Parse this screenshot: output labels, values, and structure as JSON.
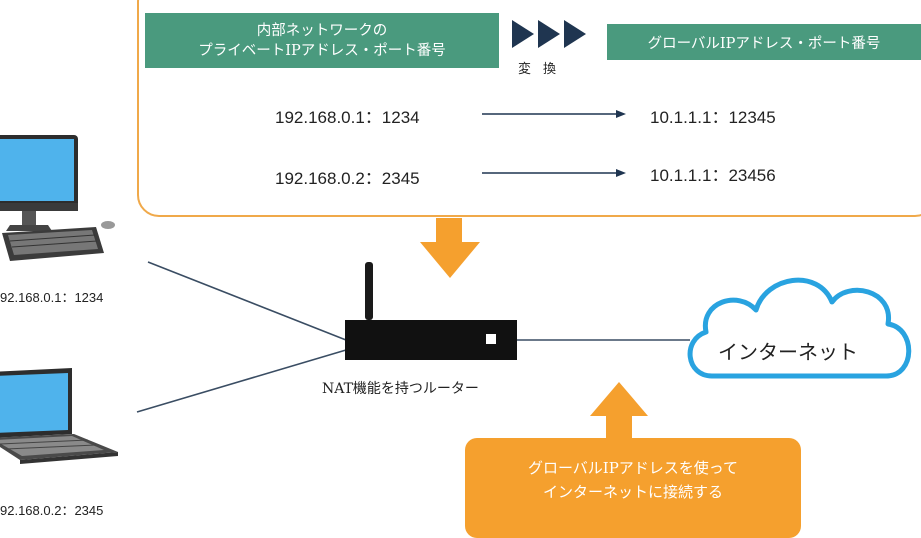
{
  "table": {
    "header_left_line1": "内部ネットワークの",
    "header_left_line2": "プライベートIPアドレス・ポート番号",
    "header_right": "グローバルIPアドレス・ポート番号",
    "conversion_label": "変換",
    "rows": [
      {
        "private": "192.168.0.1：1234",
        "global": "10.1.1.1：12345"
      },
      {
        "private": "192.168.0.2：2345",
        "global": "10.1.1.1：23456"
      }
    ]
  },
  "devices": {
    "desktop_label": "92.168.0.1：1234",
    "laptop_label": "92.168.0.2：2345"
  },
  "router": {
    "label": "NAT機能を持つルーター"
  },
  "internet": {
    "label": "インターネット"
  },
  "callout": {
    "line1": "グローバルIPアドレスを使って",
    "line2": "インターネットに接続する"
  },
  "colors": {
    "header_green": "#4a9a7e",
    "accent_orange": "#f5a02e",
    "panel_border": "#f0a94a",
    "cloud_blue": "#29a3e0",
    "navy": "#1f3550"
  },
  "icons": [
    "desktop-computer-icon",
    "laptop-icon",
    "router-icon",
    "cloud-icon"
  ]
}
